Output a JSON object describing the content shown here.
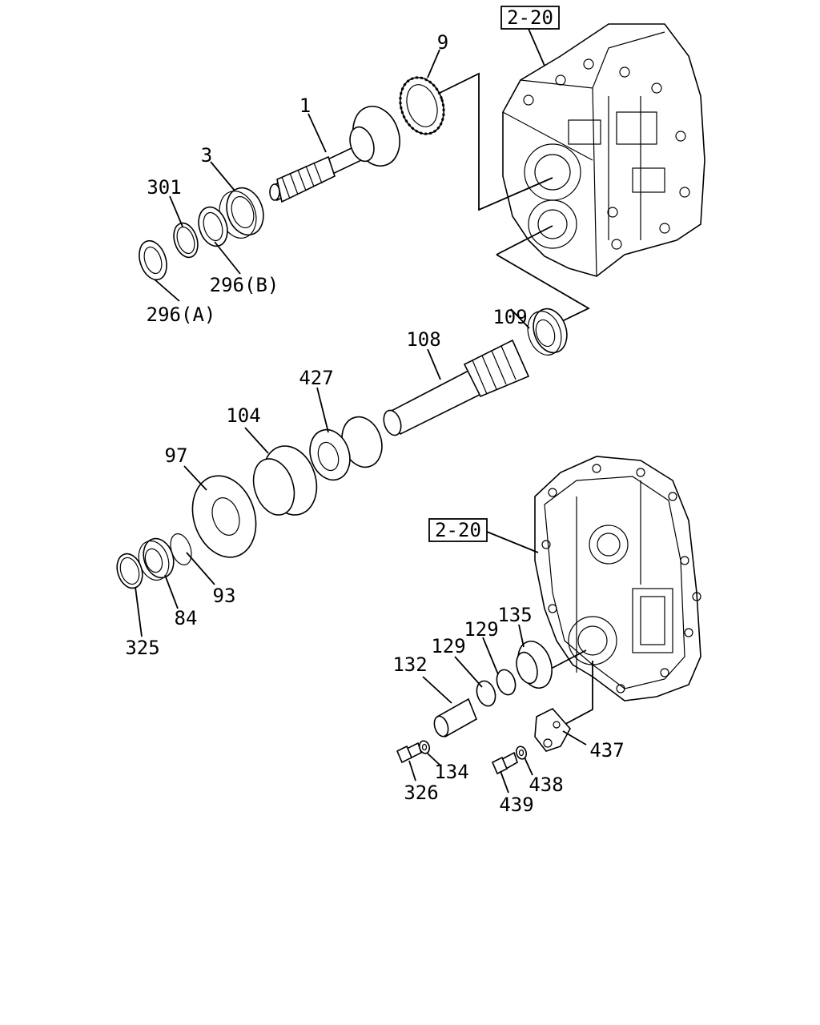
{
  "references": {
    "top_housing": "2-20",
    "lower_housing": "2-20"
  },
  "parts": {
    "p1": "1",
    "p3": "3",
    "p9": "9",
    "p301": "301",
    "p296b": "296(B)",
    "p296a": "296(A)",
    "p109": "109",
    "p108": "108",
    "p427": "427",
    "p104": "104",
    "p97": "97",
    "p93": "93",
    "p84": "84",
    "p325": "325",
    "p135": "135",
    "p129a": "129",
    "p129b": "129",
    "p132": "132",
    "p437": "437",
    "p134": "134",
    "p326": "326",
    "p438": "438",
    "p439": "439"
  }
}
